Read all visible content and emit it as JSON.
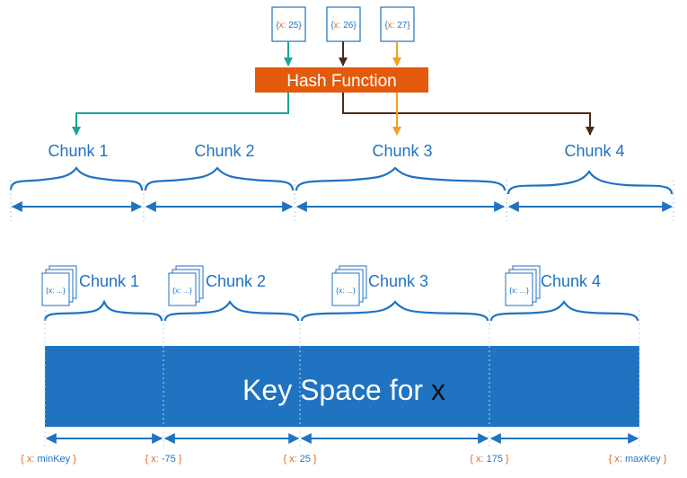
{
  "top": {
    "keys": [
      {
        "prefix": "{",
        "key": "x",
        "sep": ": ",
        "value": "25",
        "suffix": "}",
        "arrow_color": "#1aa39a"
      },
      {
        "prefix": "{",
        "key": "x",
        "sep": ": ",
        "value": "26",
        "suffix": "}",
        "arrow_color": "#4a2c1c"
      },
      {
        "prefix": "{",
        "key": "x",
        "sep": ": ",
        "value": "27",
        "suffix": "}",
        "arrow_color": "#f0a020"
      }
    ],
    "hash_function_label": "Hash Function",
    "chunks": [
      "Chunk 1",
      "Chunk 2",
      "Chunk 3",
      "Chunk 4"
    ]
  },
  "bottom": {
    "chunks": [
      "Chunk 1",
      "Chunk 2",
      "Chunk 3",
      "Chunk 4"
    ],
    "doc_label": "{x: ...}",
    "key_space_label": "Key Space for ",
    "key_space_var": "x",
    "boundaries": [
      {
        "open": "{ ",
        "key": "x",
        "sep": ": ",
        "value": "minKey",
        "close": " }"
      },
      {
        "open": "{ ",
        "key": "x",
        "sep": ": ",
        "value": "-75",
        "close": " }"
      },
      {
        "open": "{ ",
        "key": "x",
        "sep": ": ",
        "value": "25",
        "close": " }"
      },
      {
        "open": "{ ",
        "key": "x",
        "sep": ": ",
        "value": "175",
        "close": " }"
      },
      {
        "open": "{ ",
        "key": "x",
        "sep": ": ",
        "value": "maxKey",
        "close": " }"
      }
    ]
  },
  "colors": {
    "blue": "#1f73c0",
    "orange": "#e35a0c",
    "teal": "#1aa39a",
    "brown": "#4a2c1c",
    "amber": "#f0a020",
    "key_orange": "#e8661a"
  }
}
